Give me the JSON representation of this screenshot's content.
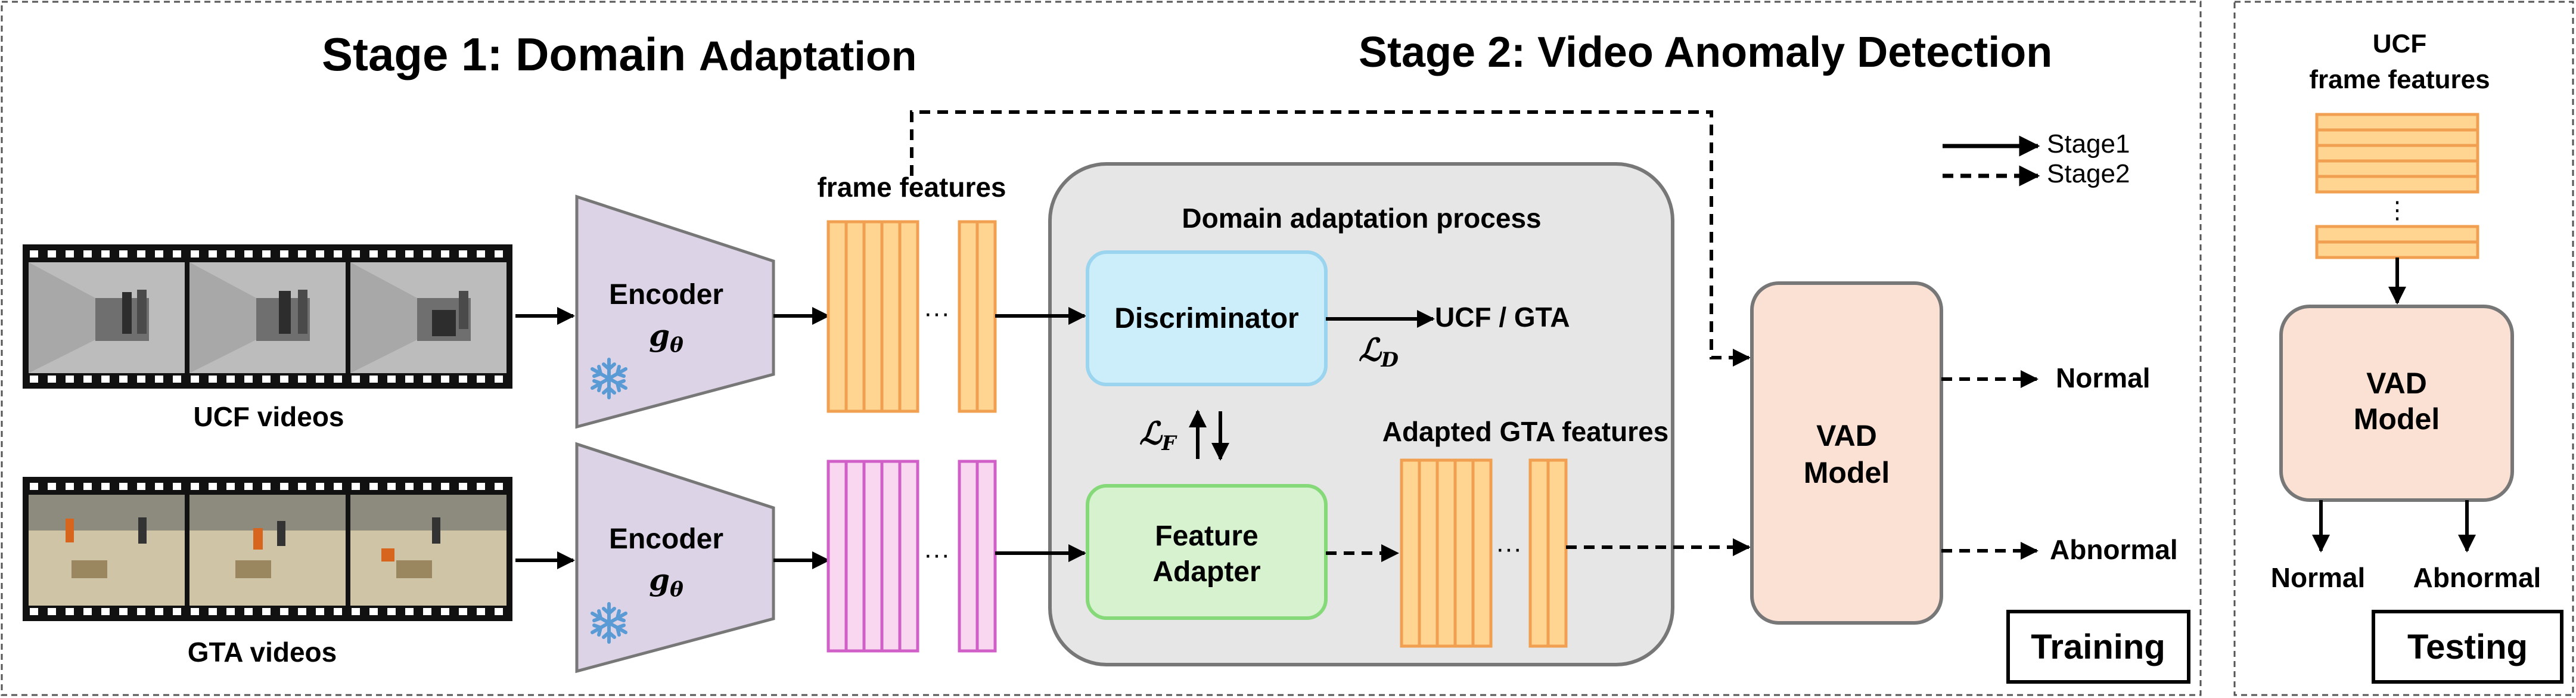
{
  "training": {
    "stage1_bold": "Stage 1: Domain",
    "stage1_rest": "Adaptation",
    "stage2": "Stage 2: Video Anomaly Detection",
    "ucf_videos": "UCF videos",
    "gta_videos": "GTA videos",
    "encoder_label": "Encoder",
    "encoder_symbol": "g",
    "encoder_subscript": "θ",
    "frame_features": "frame features",
    "ellipsis": "···",
    "domain_process_title": "Domain adaptation process",
    "discriminator": "Discriminator",
    "ucf_gta": "UCF / GTA",
    "loss_d": "ℒ",
    "loss_d_sub": "D",
    "loss_f": "ℒ",
    "loss_f_sub": "F",
    "feature_adapter_line1": "Feature",
    "feature_adapter_line2": "Adapter",
    "adapted_gta_features": "Adapted GTA features",
    "vad_line1": "VAD",
    "vad_line2": "Model",
    "normal": "Normal",
    "abnormal": "Abnormal",
    "legend_stage1": "Stage1",
    "legend_stage2": "Stage2",
    "badge": "Training"
  },
  "testing": {
    "title_line1": "UCF",
    "title_line2": "frame features",
    "vdots": "⋮",
    "vad_line1": "VAD",
    "vad_line2": "Model",
    "normal": "Normal",
    "abnormal": "Abnormal",
    "badge": "Testing"
  },
  "colors": {
    "encoder_fill": "#ddd3e6",
    "orange_feature": "#ffd591",
    "orange_stroke": "#f0a050",
    "pink_feature": "#fad7f0",
    "pink_stroke": "#d060c8",
    "discriminator_fill": "#cceefa",
    "discriminator_stroke": "#9ad4ee",
    "adapter_fill": "#d6f2cf",
    "adapter_stroke": "#86d979",
    "vad_fill": "#fbe1d3",
    "process_fill": "#e6e6e6",
    "snowflake": "#5b9bd5"
  },
  "icons": {
    "frozen": "snowflake-icon",
    "film": "film-strip-icon"
  }
}
